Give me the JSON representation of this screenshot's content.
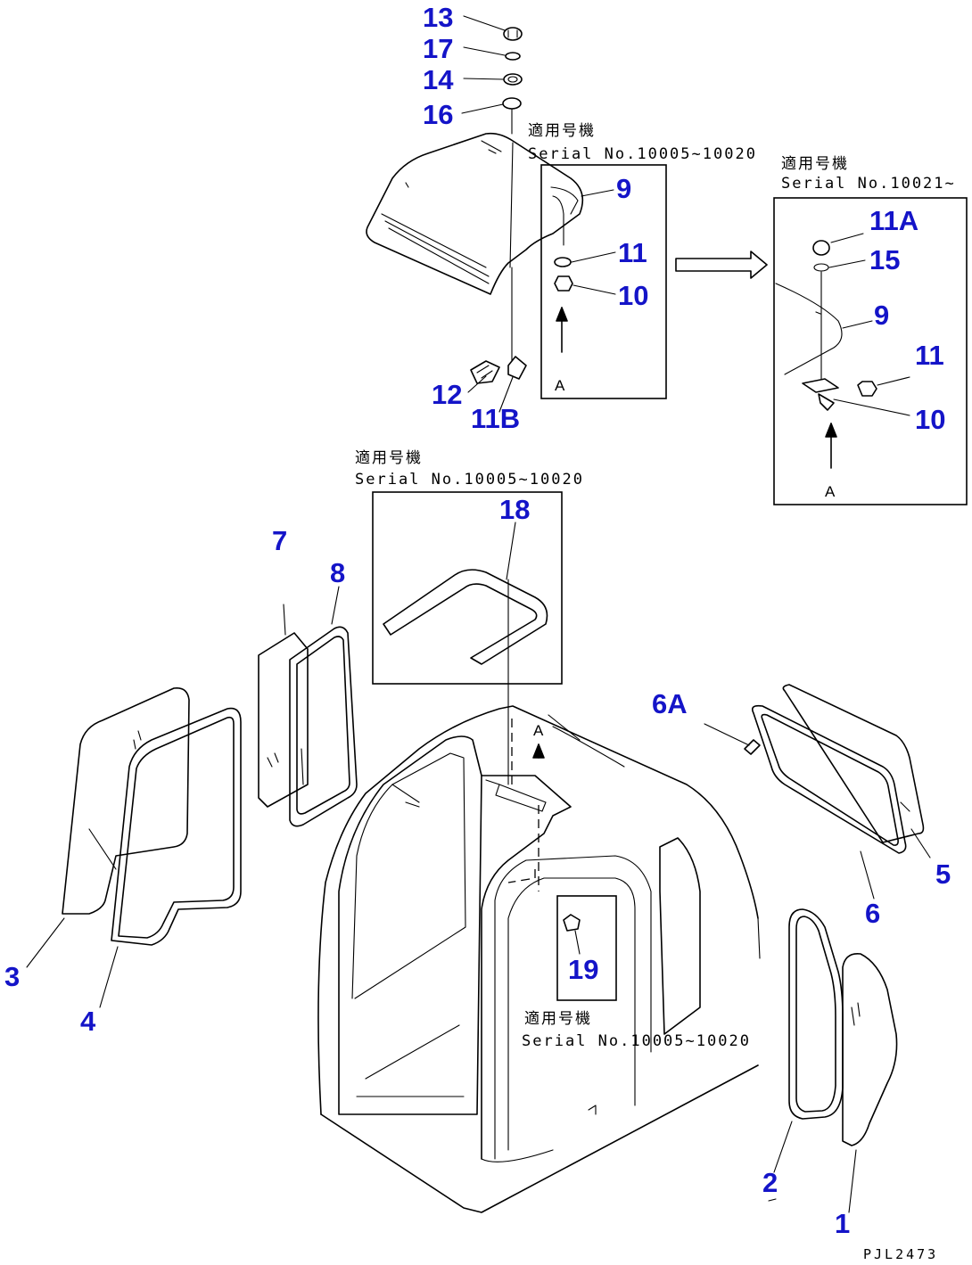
{
  "drawing_code": "PJL2473",
  "view_ref_letter": "A",
  "part_numbers": [
    "1",
    "2",
    "3",
    "4",
    "5",
    "6",
    "6A",
    "7",
    "8",
    "9",
    "10",
    "11",
    "11A",
    "11B",
    "12",
    "13",
    "14",
    "15",
    "16",
    "17",
    "18",
    "19"
  ],
  "notes": {
    "top_left": {
      "line1": "適用号機",
      "line2": "Serial No.10005~10020"
    },
    "top_right": {
      "line1": "適用号機",
      "line2": "Serial No.10021~"
    },
    "middle": {
      "line1": "適用号機",
      "line2": "Serial No.10005~10020"
    },
    "bottom": {
      "line1": "適用号機",
      "line2": "Serial No.10005~10020"
    }
  }
}
